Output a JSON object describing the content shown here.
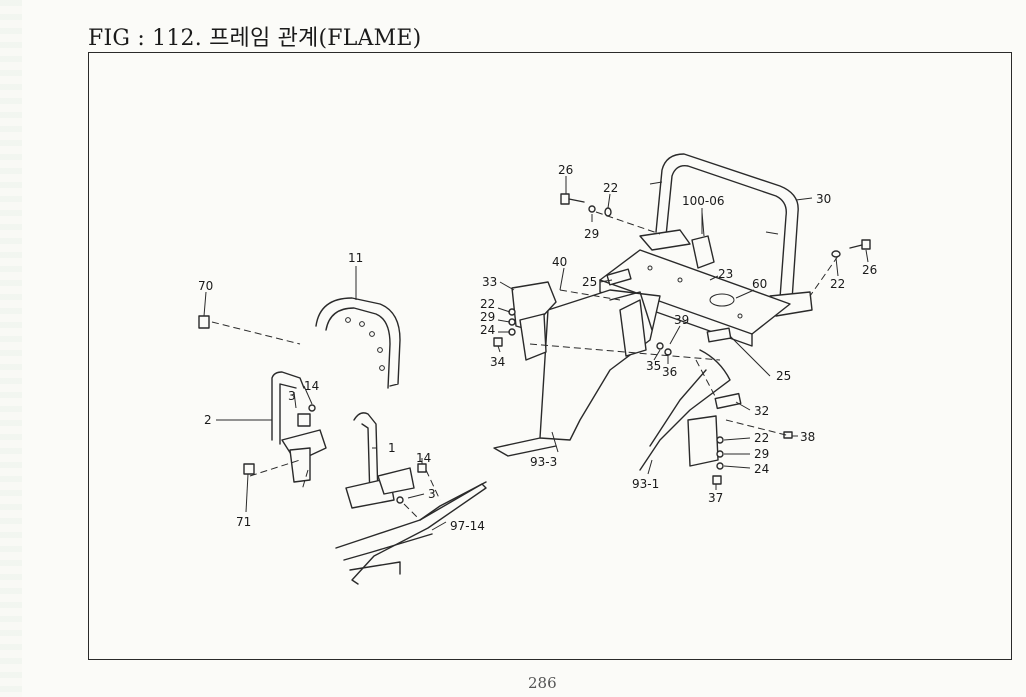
{
  "document": {
    "title": "FIG : 112. 프레임 관계(FLAME)",
    "page_number": "286"
  },
  "callouts": [
    {
      "id": "c26a",
      "text": "26"
    },
    {
      "id": "c22a",
      "text": "22"
    },
    {
      "id": "c29a",
      "text": "29"
    },
    {
      "id": "c100",
      "text": "100-06"
    },
    {
      "id": "c30",
      "text": "30"
    },
    {
      "id": "c26b",
      "text": "26"
    },
    {
      "id": "c22b",
      "text": "22"
    },
    {
      "id": "c11",
      "text": "11"
    },
    {
      "id": "c70",
      "text": "70"
    },
    {
      "id": "c40",
      "text": "40"
    },
    {
      "id": "c33",
      "text": "33"
    },
    {
      "id": "c25a",
      "text": "25"
    },
    {
      "id": "c23",
      "text": "23"
    },
    {
      "id": "c60",
      "text": "60"
    },
    {
      "id": "c22c",
      "text": "22"
    },
    {
      "id": "c29b",
      "text": "29"
    },
    {
      "id": "c24a",
      "text": "24"
    },
    {
      "id": "c34",
      "text": "34"
    },
    {
      "id": "c39",
      "text": "39"
    },
    {
      "id": "c35",
      "text": "35"
    },
    {
      "id": "c36",
      "text": "36"
    },
    {
      "id": "c25b",
      "text": "25"
    },
    {
      "id": "c14a",
      "text": "14"
    },
    {
      "id": "c3a",
      "text": "3"
    },
    {
      "id": "c2",
      "text": "2"
    },
    {
      "id": "c1",
      "text": "1"
    },
    {
      "id": "c32",
      "text": "32"
    },
    {
      "id": "c22d",
      "text": "22"
    },
    {
      "id": "c38",
      "text": "38"
    },
    {
      "id": "c29c",
      "text": "29"
    },
    {
      "id": "c24b",
      "text": "24"
    },
    {
      "id": "c93_3",
      "text": "93-3"
    },
    {
      "id": "c93_1",
      "text": "93-1"
    },
    {
      "id": "c14b",
      "text": "14"
    },
    {
      "id": "c3b",
      "text": "3"
    },
    {
      "id": "c37",
      "text": "37"
    },
    {
      "id": "c71",
      "text": "71"
    },
    {
      "id": "c97_14",
      "text": "97-14"
    }
  ]
}
